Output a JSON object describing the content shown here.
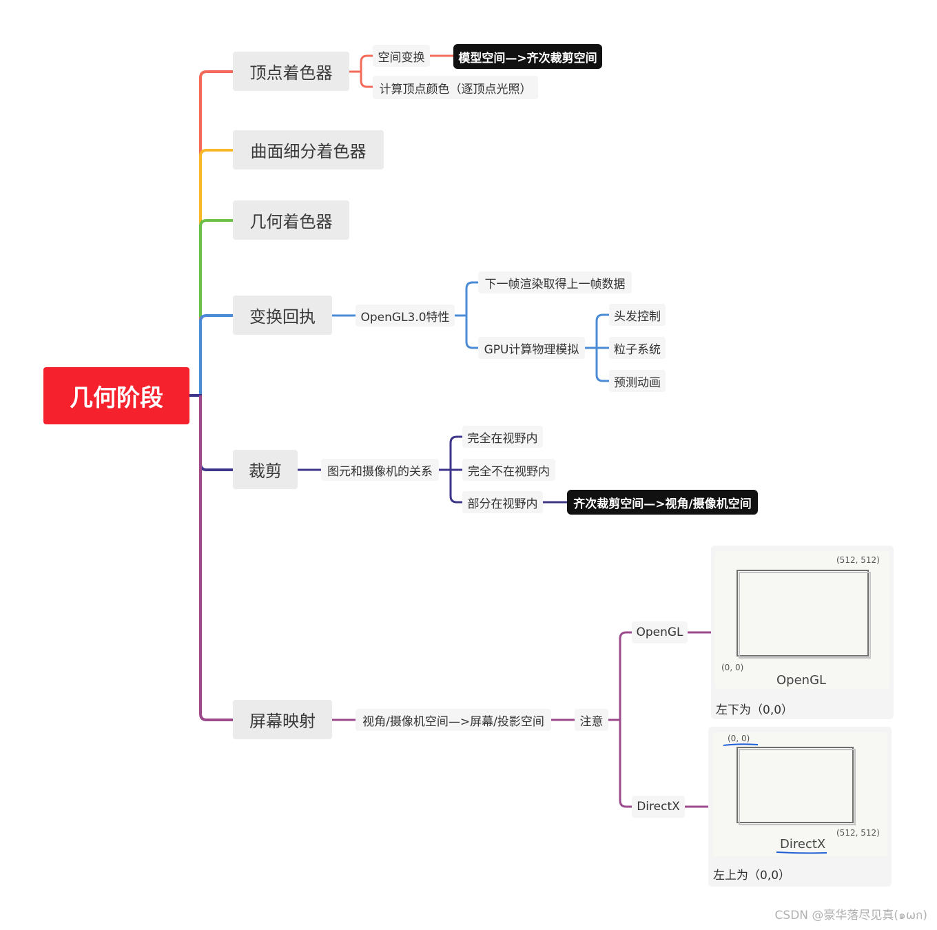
{
  "root": "几何阶段",
  "branches": {
    "vertex": {
      "label": "顶点着色器",
      "color": "#f36a5a",
      "items": [
        "空间变换",
        "计算顶点颜色（逐顶点光照）"
      ],
      "highlight": "模型空间—>齐次裁剪空间"
    },
    "tess": {
      "label": "曲面细分着色器",
      "color": "#f7b728"
    },
    "geom": {
      "label": "几何着色器",
      "color": "#6cc04a"
    },
    "feedback": {
      "label": "变换回执",
      "color": "#4b8bd6",
      "child": "OpenGL3.0特性",
      "items": [
        "下一帧渲染取得上一帧数据",
        "GPU计算物理模拟"
      ],
      "sub_items": [
        "头发控制",
        "粒子系统",
        "预测动画"
      ]
    },
    "clip": {
      "label": "裁剪",
      "color": "#3d3589",
      "child": "图元和摄像机的关系",
      "items": [
        "完全在视野内",
        "完全不在视野内",
        "部分在视野内"
      ],
      "highlight": "齐次裁剪空间—>视角/摄像机空间"
    },
    "screen": {
      "label": "屏幕映射",
      "color": "#9b4a8c",
      "child": "视角/摄像机空间—>屏幕/投影空间",
      "note": "注意",
      "items": [
        "OpenGL",
        "DirectX"
      ],
      "opengl_img": {
        "top_right": "(512, 512)",
        "bottom_left": "(0, 0)",
        "name": "OpenGL",
        "caption": "左下为（0,0）"
      },
      "directx_img": {
        "top_left": "(0, 0)",
        "bottom_right": "(512, 512)",
        "name": "DirectX",
        "caption": "左上为（0,0）",
        "underline_color": "#1f5fd6"
      }
    }
  },
  "colors": {
    "root": "#f5222d",
    "highlight_bg": "#111111"
  },
  "watermark": "CSDN @豪华落尽见真(๑ωก)"
}
